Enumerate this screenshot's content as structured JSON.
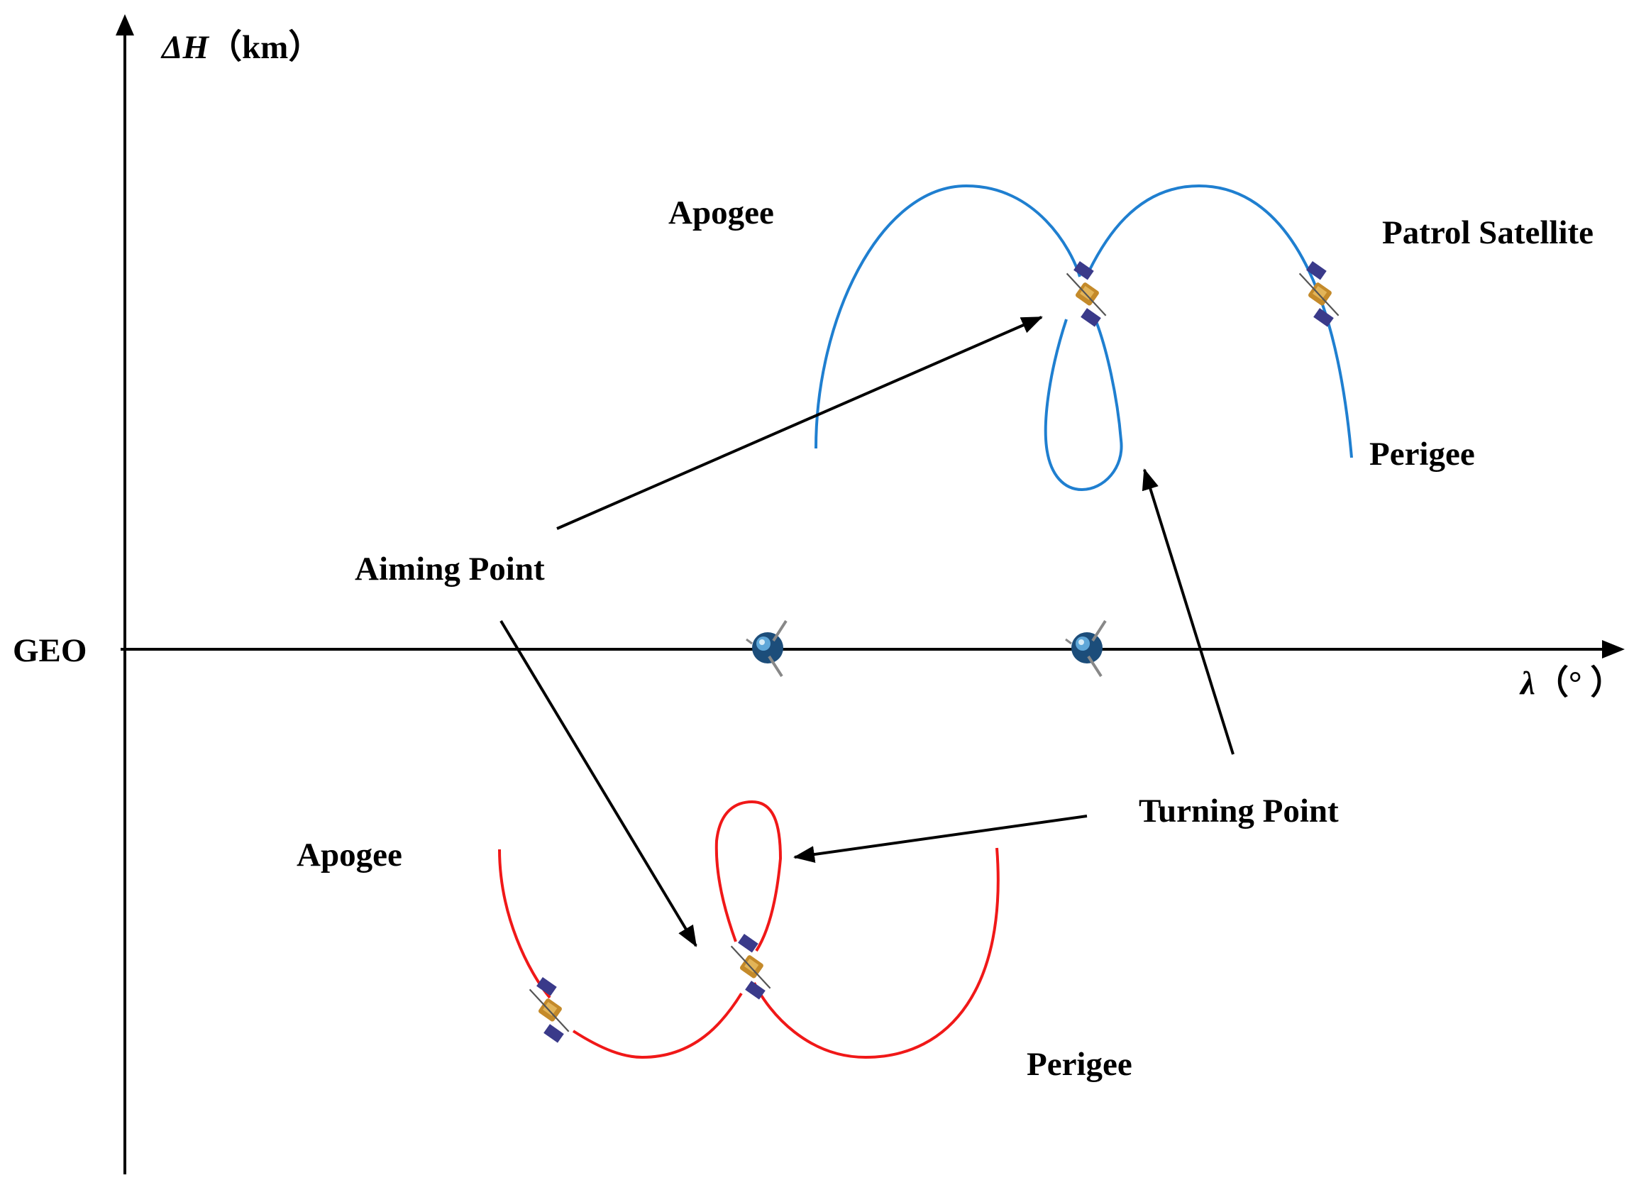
{
  "axes": {
    "y_label_symbol": "ΔH",
    "y_label_unit": "（km）",
    "x_label_symbol": "λ",
    "x_label_unit": "（° ）",
    "origin_label": "GEO"
  },
  "labels": {
    "apogee_upper": "Apogee",
    "apogee_lower": "Apogee",
    "patrol_satellite": "Patrol Satellite",
    "perigee_upper": "Perigee",
    "perigee_lower": "Perigee",
    "aiming_point": "Aiming Point",
    "turning_point": "Turning Point"
  },
  "colors": {
    "upper_trajectory": "#1f7fd0",
    "lower_trajectory": "#f01818",
    "axis": "#000000",
    "arrow": "#000000"
  },
  "icons": {
    "geo_satellite": "geo-satellite-icon",
    "patrol_satellite": "patrol-satellite-icon"
  }
}
